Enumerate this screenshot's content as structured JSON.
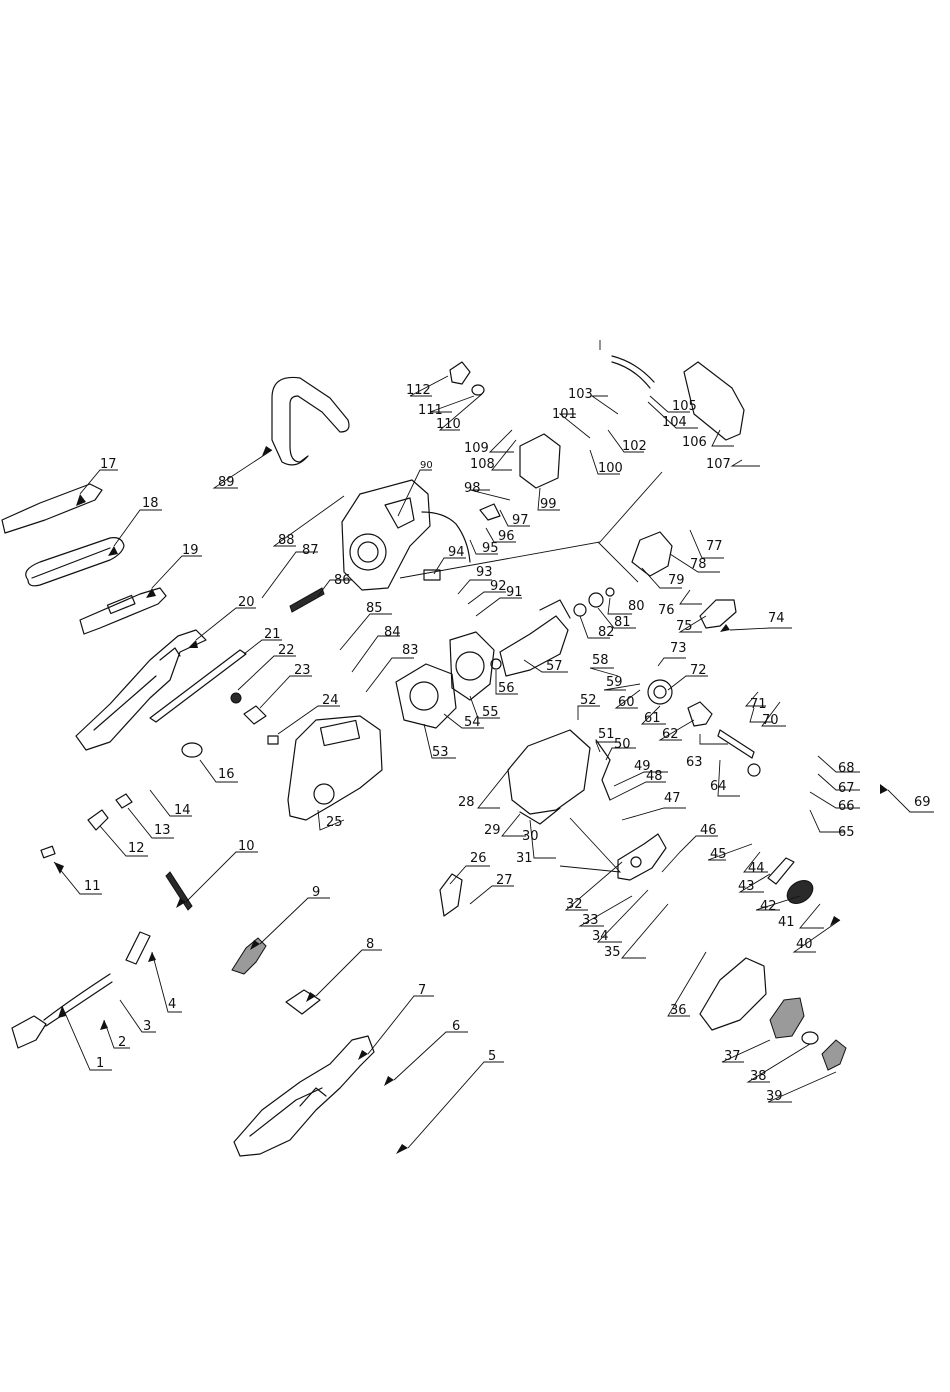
{
  "diagram": {
    "callouts": [
      "1",
      "2",
      "3",
      "4",
      "5",
      "6",
      "7",
      "8",
      "9",
      "10",
      "11",
      "12",
      "13",
      "14",
      "16",
      "17",
      "18",
      "19",
      "20",
      "21",
      "22",
      "23",
      "24",
      "25",
      "26",
      "27",
      "28",
      "29",
      "30",
      "31",
      "32",
      "33",
      "34",
      "35",
      "36",
      "37",
      "38",
      "39",
      "40",
      "41",
      "42",
      "43",
      "44",
      "45",
      "46",
      "47",
      "48",
      "49",
      "50",
      "51",
      "52",
      "53",
      "54",
      "55",
      "56",
      "57",
      "58",
      "59",
      "60",
      "61",
      "62",
      "63",
      "64",
      "65",
      "66",
      "67",
      "68",
      "69",
      "70",
      "71",
      "72",
      "73",
      "74",
      "75",
      "76",
      "77",
      "78",
      "79",
      "80",
      "81",
      "82",
      "83",
      "84",
      "85",
      "86",
      "87",
      "88",
      "89",
      "90",
      "91",
      "92",
      "93",
      "94",
      "95",
      "96",
      "97",
      "98",
      "99",
      "100",
      "101",
      "102",
      "103",
      "104",
      "105",
      "106",
      "107",
      "108",
      "109",
      "110",
      "111",
      "112"
    ]
  }
}
